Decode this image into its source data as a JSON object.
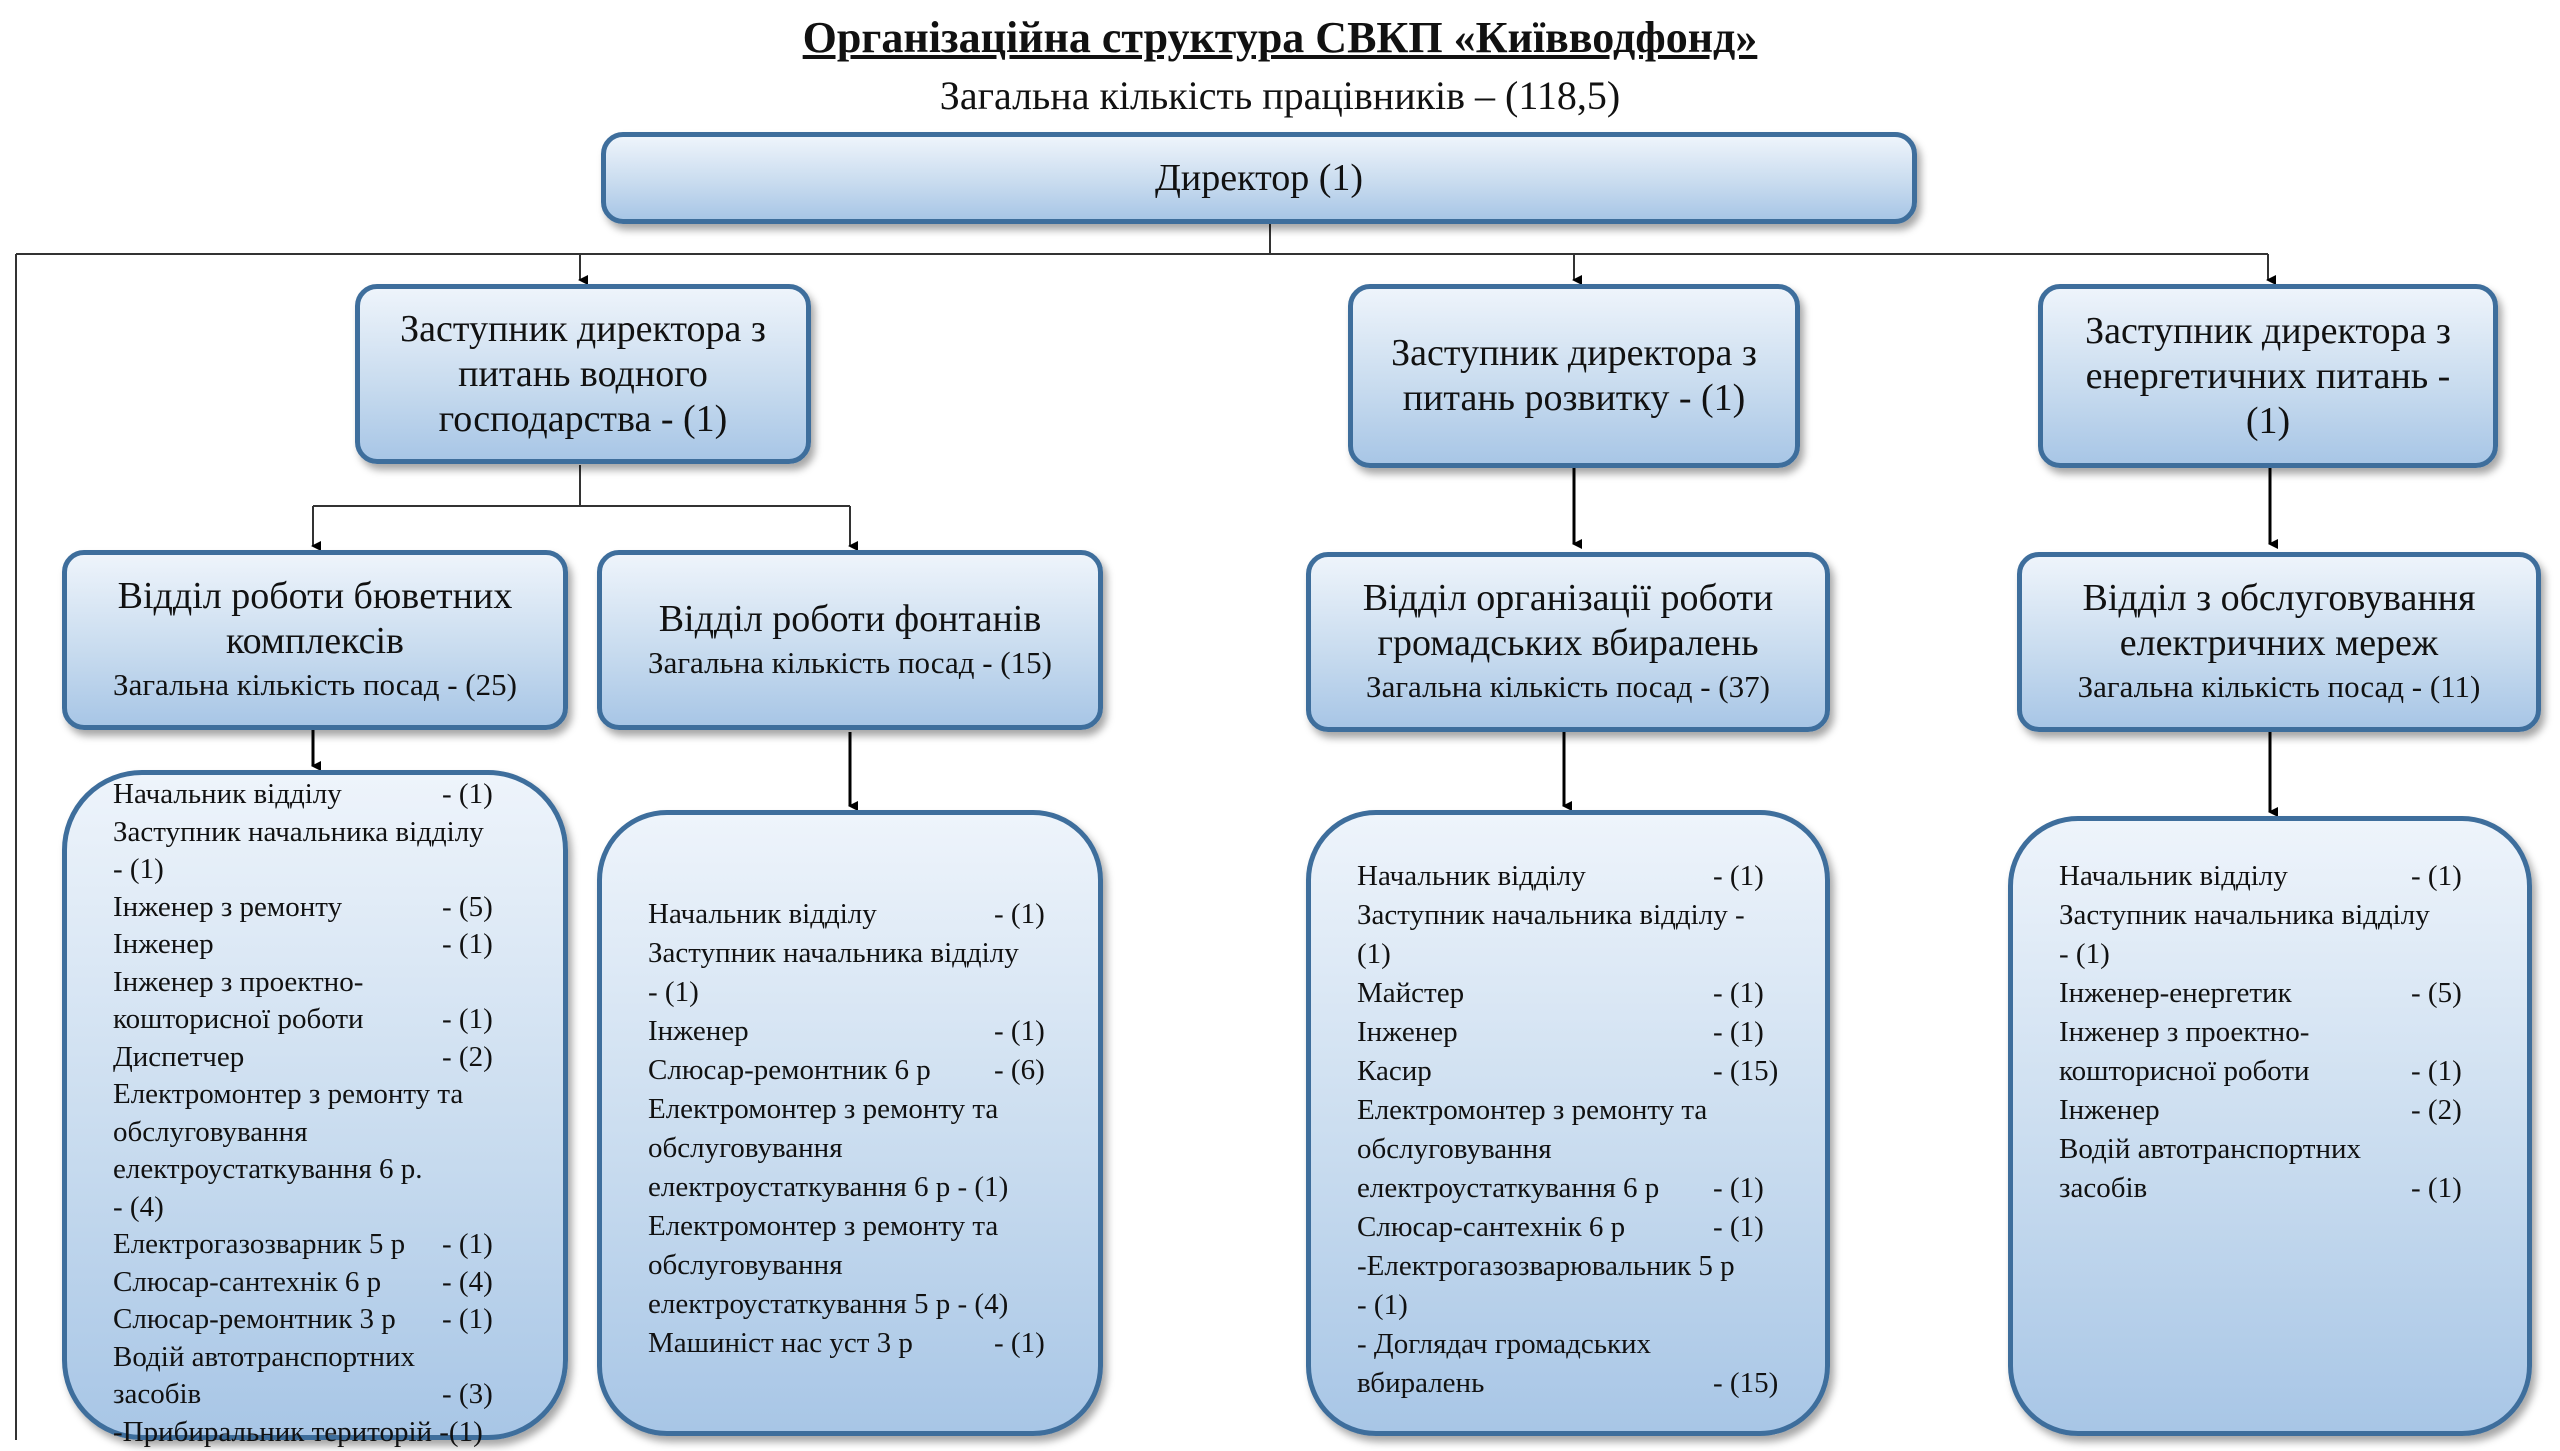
{
  "title": "Організаційна структура СВКП «Київводфонд»",
  "subtitle": "Загальна кількість працівників – (118,5)",
  "director": "Директор (1)",
  "deputies": [
    [
      "Заступник директора з",
      "питань водного",
      "господарства - (1)"
    ],
    [
      "Заступник директора з",
      "питань розвитку - (1)"
    ],
    [
      "Заступник директора  з",
      "енергетичних питань -",
      "(1)"
    ]
  ],
  "departments": [
    {
      "name": [
        "Відділ роботи бювeтних",
        "комплексів"
      ],
      "count": "Загальна кількість посад - (25)"
    },
    {
      "name": [
        "Відділ роботи фонтанів"
      ],
      "count": "Загальна кількість посад - (15)"
    },
    {
      "name": [
        "Відділ організації роботи",
        "громадських вбиралень"
      ],
      "count": "Загальна кількість посад - (37)"
    },
    {
      "name": [
        "Відділ з обслуговування",
        "електричних мереж"
      ],
      "count": "Загальна кількість посад - (11)"
    }
  ],
  "staff": [
    {
      "lines": [
        "Начальник відділу",
        "Заступник начальника відділу",
        "- (1)",
        "Інженер з ремонту",
        "Інженер",
        "Інженер з проектно-",
        "кошторисної роботи",
        "Диспетчер",
        "Електромонтер  з ремонту та",
        "обслуговування",
        "електроустаткування 6 р.",
        "- (4)",
        "Електрогазозварник 5 р",
        "Слюсар-сантехнік 6 р",
        "Слюсар-ремонтник 3 р",
        "Водій автотранспортних",
        "засобів",
        "-Прибиральник територій -(1)"
      ],
      "counts": [
        "- (1)",
        "",
        "",
        "- (5)",
        "- (1)",
        "",
        "- (1)",
        "- (2)",
        "",
        "",
        "",
        "",
        "- (1)",
        "- (4)",
        "- (1)",
        "",
        "- (3)",
        ""
      ]
    },
    {
      "lines": [
        "Начальник відділу",
        "Заступник начальника відділу",
        "- (1)",
        "Інженер",
        "Слюсар-ремонтник 6 р",
        "Електромонтер  з ремонту та",
        "обслуговування",
        "електроустаткування 6 р - (1)",
        "Електромонтер  з ремонту та",
        "обслуговування",
        "електроустаткування  5 р - (4)",
        "Машиніст нас уст 3 р"
      ],
      "counts": [
        "- (1)",
        "",
        "",
        "- (1)",
        "- (6)",
        "",
        "",
        "",
        "",
        "",
        "",
        "- (1)"
      ]
    },
    {
      "lines": [
        "Начальник відділу",
        "Заступник начальника відділу -",
        "(1)",
        "Майстер",
        "Інженер",
        "Касир",
        "Електромонтер  з ремонту та",
        "обслуговування",
        "електроустаткування 6 р",
        "Слюсар-сантехнік 6 р",
        "-Електрогазозварювальник 5 р",
        "- (1)",
        "- Доглядач громадських",
        "вбиралень"
      ],
      "counts": [
        "- (1)",
        "",
        "",
        "- (1)",
        "- (1)",
        "- (15)",
        "",
        "",
        "- (1)",
        "- (1)",
        "",
        "",
        "",
        "- (15)"
      ]
    },
    {
      "lines": [
        "Начальник відділу",
        "Заступник начальника відділу",
        "- (1)",
        "Інженер-енергетик",
        "Інженер з проектно-",
        "кошторисної роботи",
        "Інженер",
        "Водій автотранспортних",
        "засобів"
      ],
      "counts": [
        "- (1)",
        "",
        "",
        "- (5)",
        "",
        "- (1)",
        "- (2)",
        "",
        "- (1)"
      ]
    }
  ]
}
